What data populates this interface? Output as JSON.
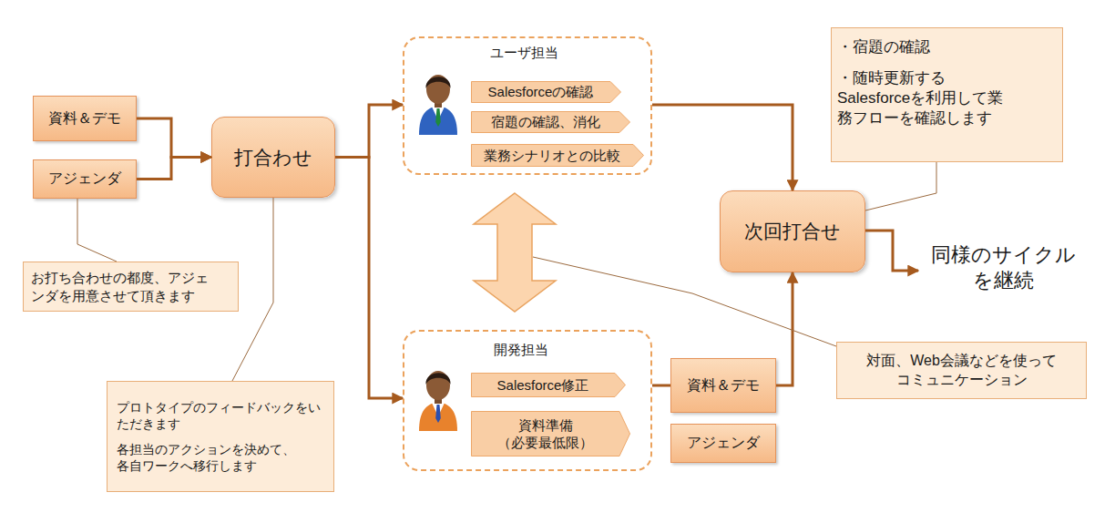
{
  "diagram": {
    "nodes": [
      {
        "text": [
          "資料＆デモ"
        ]
      },
      {
        "text": [
          "アジェンダ"
        ]
      },
      {
        "text": [
          "打合わせ"
        ]
      },
      {
        "text": [
          "ユーザ担当"
        ]
      },
      {
        "text": [
          "Salesforceの確認"
        ],
        "in": 3
      },
      {
        "text": [
          "宿題の確認、消化"
        ],
        "in": 3
      },
      {
        "text": [
          "業務シナリオとの比較"
        ],
        "in": 3
      },
      {
        "text": [
          "・宿題の確認",
          "・随時更新する Salesforceを利用して業 務フローを確認します"
        ]
      },
      {
        "text": [
          "次回打合せ"
        ]
      },
      {
        "text": [
          "お打ち合わせの都度、アジェ ンダを用意させて頂きます"
        ]
      },
      {
        "text": [
          "対面、Web会議などを使って コミュニケーション"
        ]
      },
      {
        "text": [
          "開発担当"
        ]
      },
      {
        "text": [
          "Salesforce修正"
        ],
        "in": 11
      },
      {
        "text": [
          "資料準備 （必要最低限）"
        ],
        "in": 11
      },
      {
        "text": [
          "資料＆デモ"
        ]
      },
      {
        "text": [
          "アジェンダ"
        ]
      },
      {
        "text": [
          "プロトタイプのフィードバックをい ただきます",
          "各担当のアクションを決めて、 各自ワークへ移行します"
        ]
      }
    ],
    "edges": [
      {
        "from": 0,
        "to": 2,
        "arrow": "to"
      },
      {
        "from": 1,
        "to": 2,
        "arrow": "to"
      },
      {
        "from": 2,
        "to": 3,
        "arrow": "to"
      },
      {
        "from": 2,
        "to": 11,
        "arrow": "to"
      },
      {
        "from": 3,
        "to": 11,
        "arrow": "both"
      },
      {
        "from": 3,
        "to": 8,
        "arrow": "to"
      },
      {
        "from": 11,
        "to": 14,
        "arrow": "none"
      },
      {
        "from": 14,
        "to": 8,
        "arrow": "to"
      },
      {
        "from": 1,
        "to": 9,
        "arrow": "none"
      },
      {
        "from": 2,
        "to": 16,
        "arrow": "none"
      },
      {
        "from": 7,
        "to": 8,
        "arrow": "none"
      }
    ],
    "labels": [
      "同様のサイクル を継続"
    ]
  }
}
